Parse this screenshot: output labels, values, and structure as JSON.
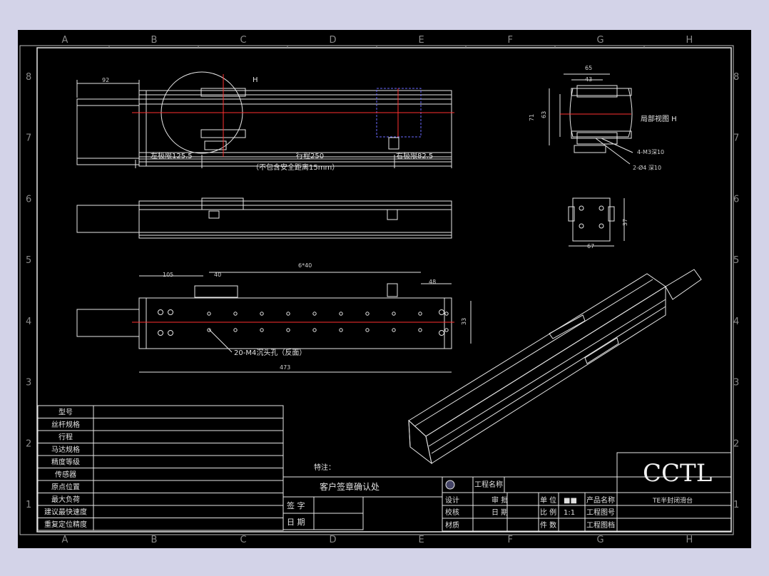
{
  "colors": {
    "background": "#d3d3e8",
    "canvas": "#000000",
    "line": "#e6e6e6",
    "centerline": "#ff3030",
    "hidden": "#6a6aff"
  },
  "rulers": {
    "cols": [
      "A",
      "B",
      "C",
      "D",
      "E",
      "F",
      "G",
      "H"
    ],
    "rows": [
      "8",
      "7",
      "6",
      "5",
      "4",
      "3",
      "2",
      "1"
    ]
  },
  "dims": {
    "d92": "92",
    "left_limit": "左极限125.5",
    "stroke": "行程250",
    "right_limit": "右极限82.5",
    "safety": "（不包含安全距离15mm）",
    "h_mark": "H",
    "d65": "65",
    "d43": "43",
    "d71": "71",
    "d63": "63",
    "partial_view": "局部视图 H",
    "m3": "4-M3深10",
    "phi4": "2-Ø4 深10",
    "d67": "67",
    "d37": "37",
    "d105": "105",
    "d40": "40",
    "d6x40": "6*40",
    "d48": "48",
    "d33": "33",
    "holes": "20-M4沉头孔（反面）",
    "d473": "473"
  },
  "spec_table": {
    "rows": [
      "型号",
      "丝杆规格",
      "行程",
      "马达规格",
      "精度等级",
      "传感器",
      "原点位置",
      "最大负荷",
      "建议最快速度",
      "重复定位精度"
    ]
  },
  "confirm": {
    "special_note": "特注：",
    "customer_confirm": "客户签章确认处",
    "sign": "签 字",
    "date": "日 期"
  },
  "title_block": {
    "project_name": "工程名称",
    "design": "设计",
    "review": "审 批",
    "unit": "单 位",
    "unit_value": "■■",
    "check": "校核",
    "date": "日 期",
    "scale": "比 例",
    "scale_value": "1:1",
    "material": "材质",
    "pieces": "件 数",
    "product_name": "产品名称",
    "drawing_no": "工程图号",
    "drawing_file": "工程图档",
    "product_value": "TE半封闭滑台",
    "brand": "CCTL"
  }
}
